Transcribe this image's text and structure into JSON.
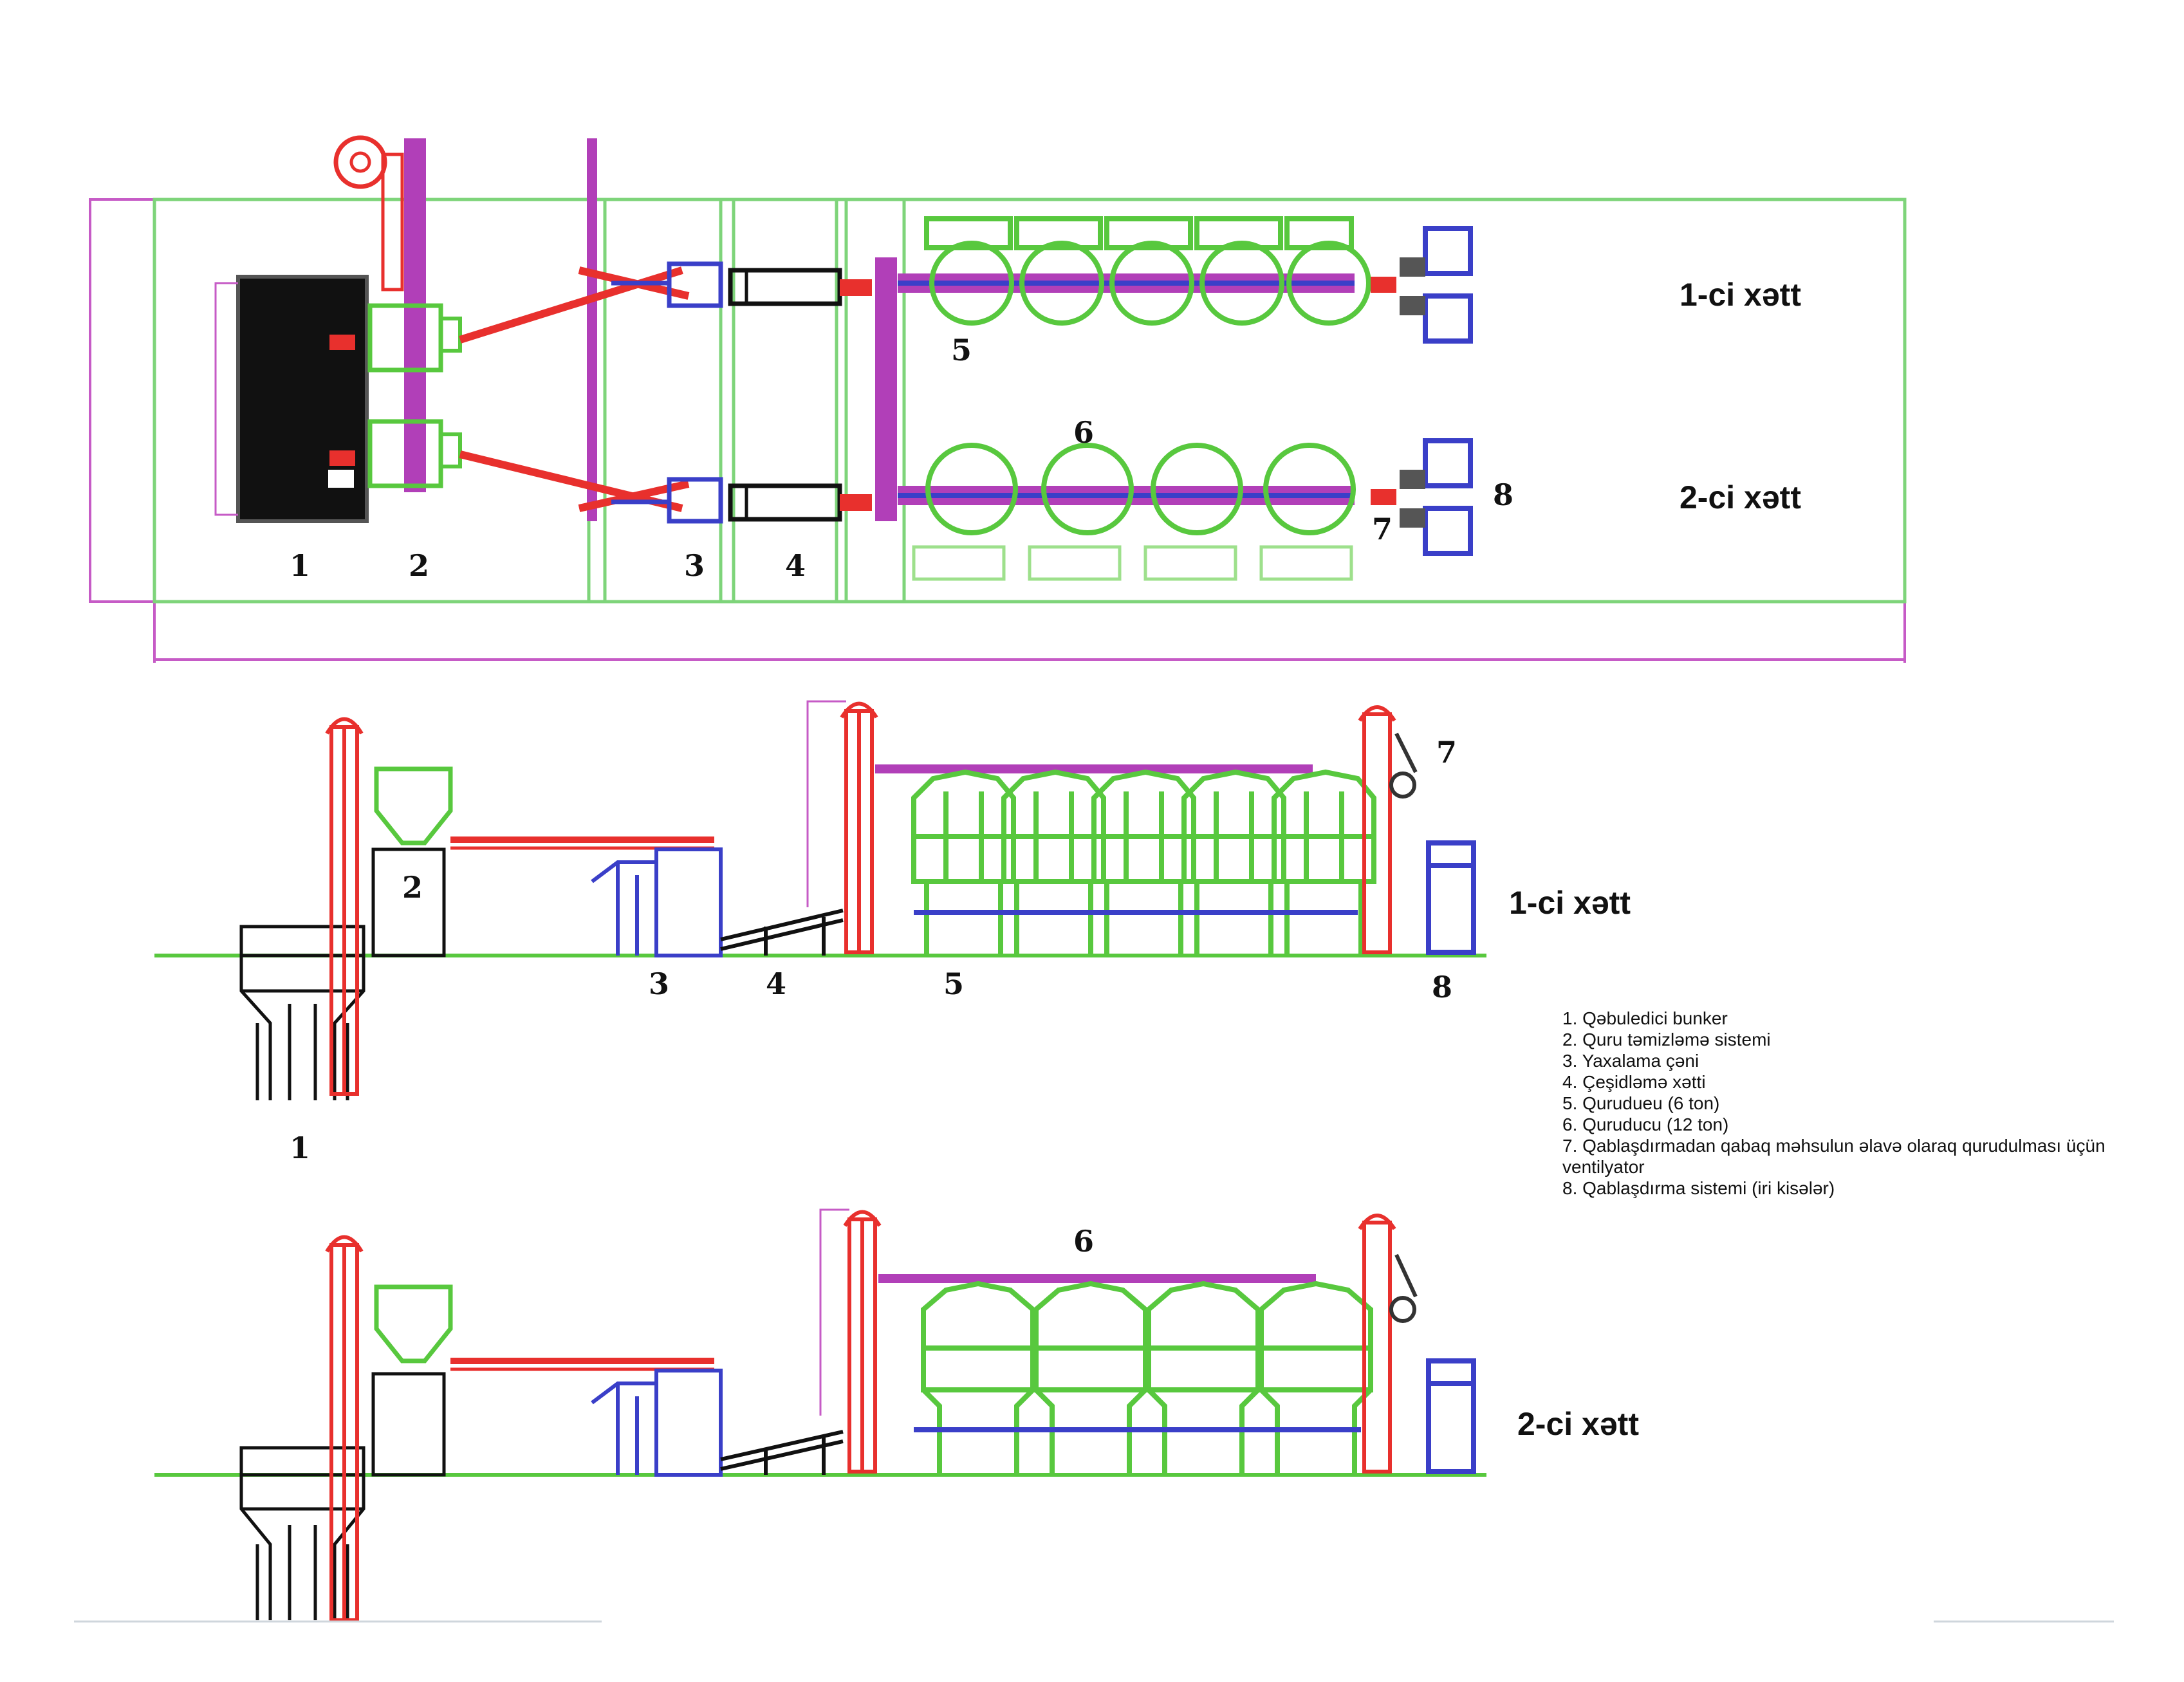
{
  "colors": {
    "frame": "#7ed47a",
    "equipment": "#58c83e",
    "elevator": "#e8302d",
    "conveyor_blue": "#3a3fc8",
    "magenta": "#b13fb8",
    "dim_line": "#c65bc6",
    "black": "#111111"
  },
  "plan": {
    "numbers": [
      "1",
      "2",
      "3",
      "4",
      "5",
      "6",
      "7",
      "8"
    ],
    "line1_label": "1-ci xətt",
    "line2_label": "2-ci xətt"
  },
  "side1": {
    "numbers": [
      "1",
      "2",
      "3",
      "4",
      "5",
      "7",
      "8"
    ],
    "line_label": "1-ci xətt"
  },
  "side2": {
    "numbers": [
      "6"
    ],
    "line_label": "2-ci xətt"
  },
  "legend": {
    "items": [
      "1. Qəbuledici bunker",
      "2. Quru təmizləmə sistemi",
      "3. Yaxalama çəni",
      "4. Çeşidləmə xətti",
      "5. Qurudueu (6 ton)",
      "6. Quruducu (12 ton)",
      "7. Qablaşdırmadan qabaq məhsulun əlavə olaraq qurudulması üçün ventilyator",
      "8. Qablaşdırma sistemi (iri kisələr)"
    ]
  }
}
